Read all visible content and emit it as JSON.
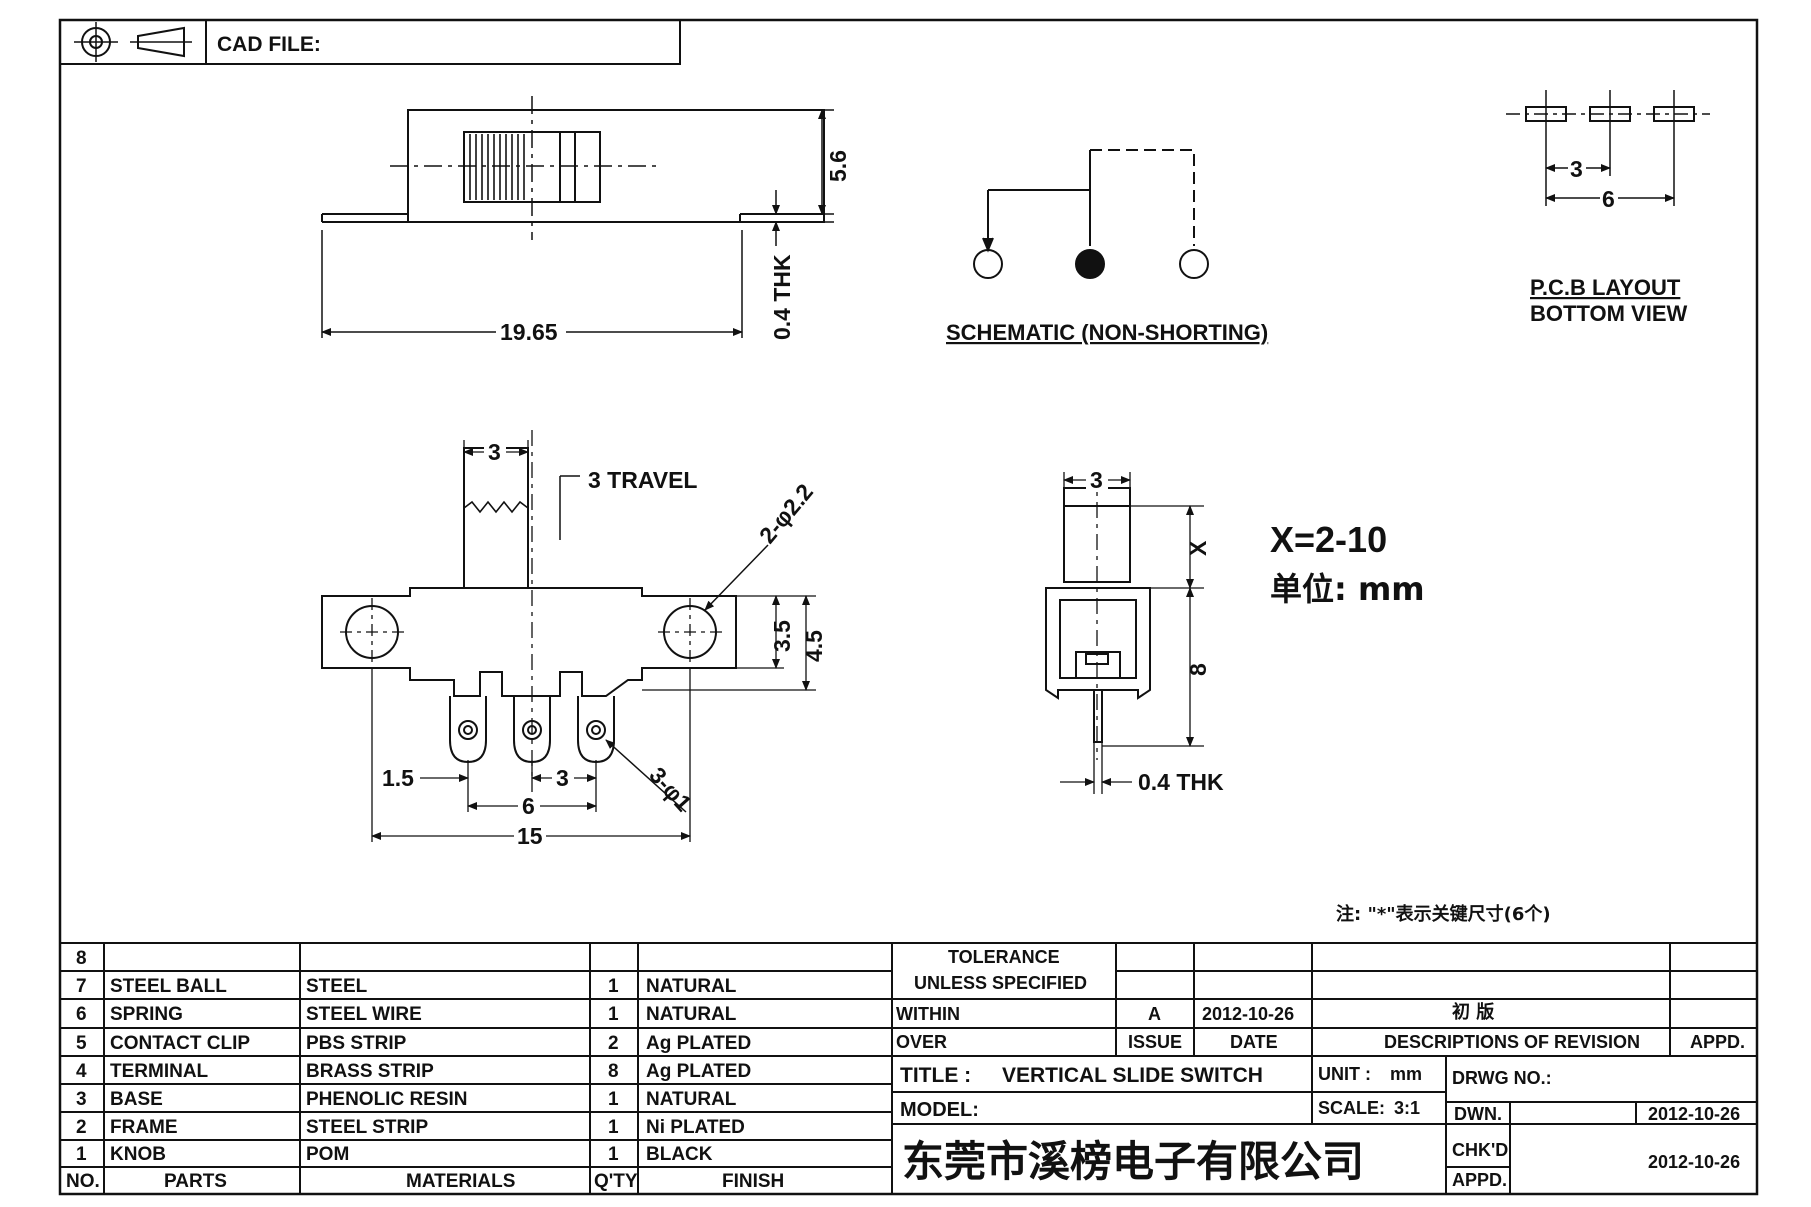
{
  "header": {
    "cad_file_label": "CAD FILE:"
  },
  "top_view": {
    "width_dim": "19.65",
    "height_dim": "5.6",
    "thickness_dim": "0.4 THK"
  },
  "schematic": {
    "label": "SCHEMATIC (NON-SHORTING)"
  },
  "pcb_layout": {
    "dim_pitch": "3",
    "dim_span": "6",
    "title_line1": "P.C.B LAYOUT",
    "title_line2": "BOTTOM VIEW"
  },
  "front_view": {
    "knob_width": "3",
    "travel": "3 TRAVEL",
    "hole_callout": "2-φ2.2",
    "dim_35": "3.5",
    "dim_45": "4.5",
    "dim_15": "1.5",
    "dim_3b": "3",
    "dim_6": "6",
    "dim_15w": "15",
    "pin_callout": "3-φ1"
  },
  "side_view": {
    "knob_width": "3",
    "x_dim": "X",
    "dim_8": "8",
    "thickness": "0.4 THK"
  },
  "notes": {
    "x_range": "X=2-10",
    "unit_line": "单位: mm",
    "key_note": "注: \"*\"表示关键尺寸(6个)"
  },
  "bom": {
    "rows": [
      {
        "no": "8",
        "part": "",
        "material": "",
        "qty": "",
        "finish": ""
      },
      {
        "no": "7",
        "part": "STEEL BALL",
        "material": "STEEL",
        "qty": "1",
        "finish": "NATURAL"
      },
      {
        "no": "6",
        "part": "SPRING",
        "material": "STEEL WIRE",
        "qty": "1",
        "finish": "NATURAL"
      },
      {
        "no": "5",
        "part": "CONTACT CLIP",
        "material": "PBS STRIP",
        "qty": "2",
        "finish": "Ag PLATED"
      },
      {
        "no": "4",
        "part": "TERMINAL",
        "material": "BRASS STRIP",
        "qty": "8",
        "finish": "Ag PLATED"
      },
      {
        "no": "3",
        "part": "BASE",
        "material": "PHENOLIC RESIN",
        "qty": "1",
        "finish": "NATURAL"
      },
      {
        "no": "2",
        "part": "FRAME",
        "material": "STEEL STRIP",
        "qty": "1",
        "finish": "Ni PLATED"
      },
      {
        "no": "1",
        "part": "KNOB",
        "material": "POM",
        "qty": "1",
        "finish": "BLACK"
      }
    ],
    "headers": {
      "no": "NO.",
      "parts": "PARTS",
      "materials": "MATERIALS",
      "qty": "Q'TY",
      "finish": "FINISH"
    }
  },
  "tolerance": {
    "line1": "TOLERANCE",
    "line2": "UNLESS SPECIFIED",
    "within": "WITHIN",
    "over": "OVER"
  },
  "revision": {
    "issue": "A",
    "date": "2012-10-26",
    "description": "初 版",
    "hdr_issue": "ISSUE",
    "hdr_date": "DATE",
    "hdr_desc": "DESCRIPTIONS OF REVISION",
    "hdr_appd": "APPD."
  },
  "title_block": {
    "title_label": "TITLE :",
    "title": "VERTICAL SLIDE SWITCH",
    "unit_label": "UNIT :",
    "unit": "mm",
    "drwg_label": "DRWG NO.:",
    "model_label": "MODEL:",
    "scale_label": "SCALE:",
    "scale": "3:1",
    "company": "东莞市溪榜电子有限公司",
    "dwn_label": "DWN.",
    "dwn_date": "2012-10-26",
    "chkd_label": "CHK'D",
    "appd_label": "APPD.",
    "chk_date": "2012-10-26"
  }
}
